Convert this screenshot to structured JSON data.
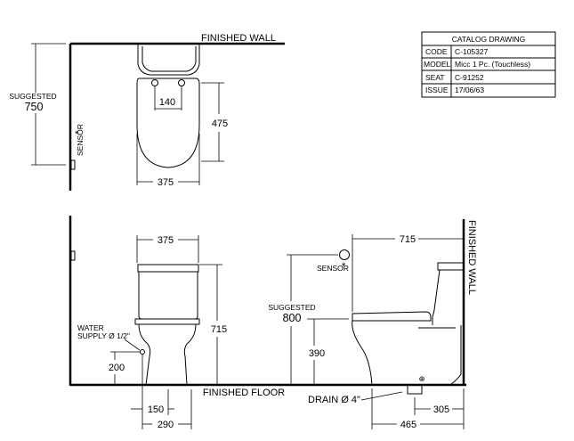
{
  "labels": {
    "finished_wall_top": "FINISHED WALL",
    "finished_wall_side": "FINISHED WALL",
    "finished_floor": "FINISHED FLOOR",
    "suggested_top": "SUGGESTED",
    "suggested_top_value": "750",
    "suggested_side": "SUGGESTED",
    "suggested_side_value": "800",
    "sensor_top": "SENSOR",
    "sensor_side": "SENSOR",
    "asterisk": "*",
    "water_supply_1": "WATER",
    "water_supply_2": "SUPPLY Ø 1/2\"",
    "drain": "DRAIN Ø 4\""
  },
  "dimensions": {
    "top_width": "375",
    "top_inlet": "140",
    "top_depth": "475",
    "front_width": "375",
    "front_height": "715",
    "front_supply_height": "200",
    "front_150": "150",
    "front_290": "290",
    "side_depth": "715",
    "side_seat_height": "390",
    "side_465": "465",
    "side_305": "305"
  },
  "table": {
    "title": "CATALOG DRAWING",
    "rows": [
      {
        "key": "CODE",
        "value": "C-105327"
      },
      {
        "key": "MODEL",
        "value": "Micc 1 Pc. (Touchless)"
      },
      {
        "key": "SEAT",
        "value": "C-91252"
      },
      {
        "key": "ISSUE",
        "value": "17/06/63"
      }
    ]
  }
}
